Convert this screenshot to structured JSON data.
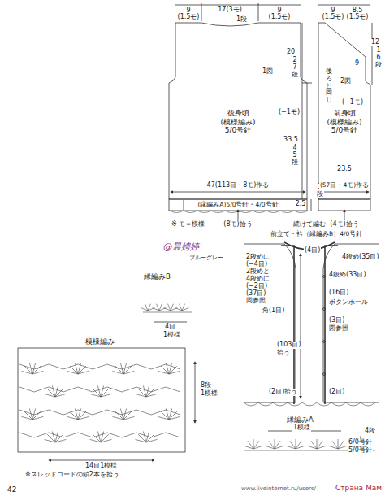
{
  "diagram": {
    "nodes": [
      {
        "text": [
          "後身頃",
          "(模様編み)",
          "5/0号針"
        ]
      },
      {
        "text": [
          "前身頃",
          "(模様編み)",
          "5/0号針"
        ]
      }
    ],
    "labels": [
      "9",
      "(1.5モ)",
      "17(3モ)",
      "1段",
      "9",
      "(1.5モ)",
      "20",
      "27段",
      "1図",
      "(−1モ)",
      "33.5",
      "45段",
      "2.5",
      "3段",
      "47(113目・8モ)作る",
      "(縁編みA)5/0号針・4/0号針",
      "(8モ)拾う",
      "※ モ＝模様",
      "続けて編む",
      "(4モ)拾う",
      "9",
      "(1.5モ)",
      "8.5",
      "(1.5モ)",
      "12",
      "16段",
      "9",
      "2図",
      "後ろと同じ",
      "(−1モ)",
      "23.5",
      "(57目・4モ)作る",
      "@晨娉婷",
      "ブルーグレー",
      "前立て・衿（縁編みB）4/0号針",
      "2段めに",
      "(−4目)",
      "2段めと",
      "4段めに",
      "(−2目)",
      "(37目)",
      "(4目)",
      "4段め(35目)",
      "4段め(33目)",
      "同参照",
      "角(1目)",
      "(16目)",
      "ボタンホール",
      "(3目)",
      "図参照",
      "(103目)",
      "拾う",
      "(2目)拾う",
      "(2目)",
      "縁編みA",
      "1模様",
      "4段",
      "6/0号針",
      "5/0号針",
      "縁編みB",
      "4目",
      "1模様",
      "模様編み",
      "8段",
      "1模様",
      "14目1模様",
      "※スレッドコードの鎖2本を拾う",
      "42",
      "www.liveinternet.ru/users/",
      "Страна Мам"
    ]
  }
}
